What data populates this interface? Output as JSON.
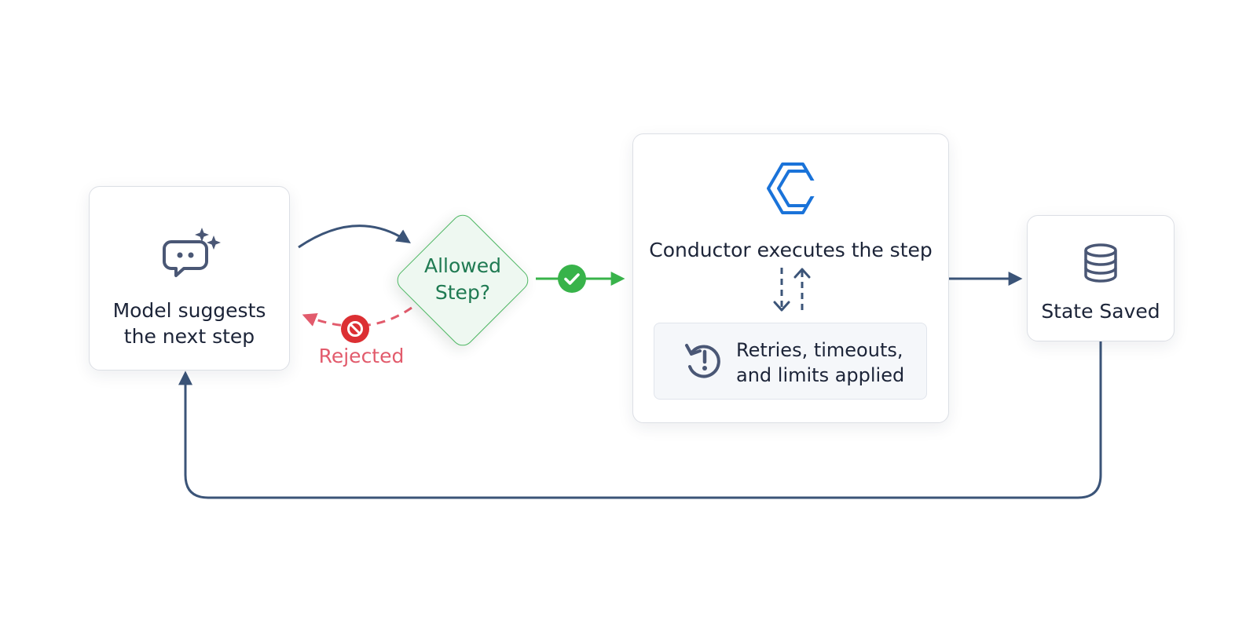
{
  "nodes": {
    "model": {
      "label_line1": "Model suggests",
      "label_line2": "the next step",
      "icon": "chat-sparkle-icon"
    },
    "decision": {
      "label_line1": "Allowed",
      "label_line2": "Step?"
    },
    "conductor": {
      "label": "Conductor executes the step",
      "icon": "conductor-logo-icon",
      "policy": {
        "line1": "Retries, timeouts,",
        "line2": "and limits applied",
        "icon": "retry-alert-icon"
      }
    },
    "state": {
      "label": "State Saved",
      "icon": "database-icon"
    }
  },
  "edges": {
    "approved": {
      "badge_icon": "check-icon"
    },
    "rejected": {
      "label": "Rejected",
      "badge_icon": "block-icon"
    }
  },
  "colors": {
    "primary_text": "#1c2438",
    "arrow": "#3b5478",
    "approved": "#38b34a",
    "decision_text": "#1f7a52",
    "rejected": "#e25b6c",
    "conductor_brand": "#1a73d9"
  }
}
